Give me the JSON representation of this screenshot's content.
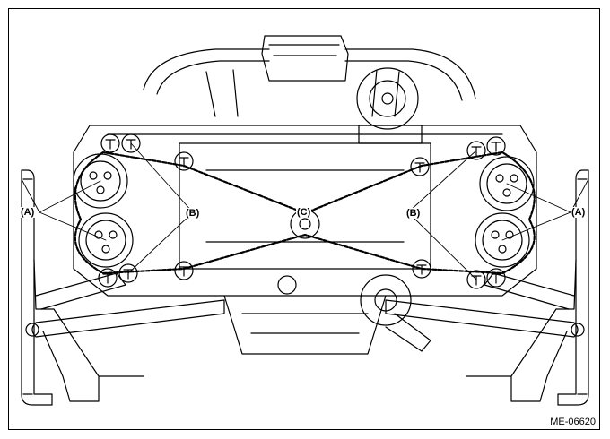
{
  "figure": {
    "callouts": {
      "a_left": "(A)",
      "a_right": "(A)",
      "b_left": "(B)",
      "b_right": "(B)",
      "c_center": "(C)"
    },
    "figure_id": "ME-06620"
  }
}
